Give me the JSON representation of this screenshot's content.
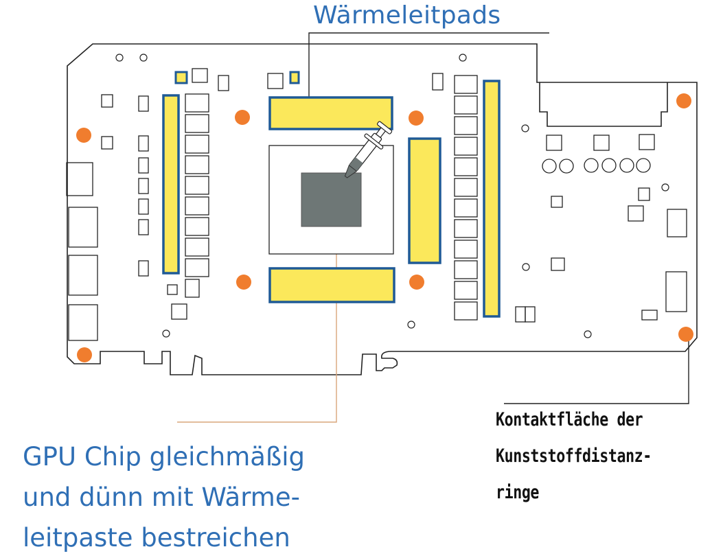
{
  "labels": {
    "thermal_pads": "Wärmeleitpads",
    "gpu_instruction": [
      "GPU Chip gleichmäßig",
      "und dünn mit Wärme-",
      "leitpaste bestreichen"
    ],
    "contact_area": [
      "Kontaktfläche der",
      "Kunststoffdistanz-",
      "ringe"
    ]
  },
  "colors": {
    "pad_fill": "#fbe85b",
    "pad_border": "#1f5a96",
    "standoff": "#f07d2e",
    "gpu_die": "#6e7776",
    "outline": "#222222",
    "leader_pads": "#222222",
    "leader_gpu": "#d9a57a",
    "label_blue": "#2f6fb5"
  },
  "icons": {
    "paste_syringe": "thermal-paste-syringe-icon"
  }
}
